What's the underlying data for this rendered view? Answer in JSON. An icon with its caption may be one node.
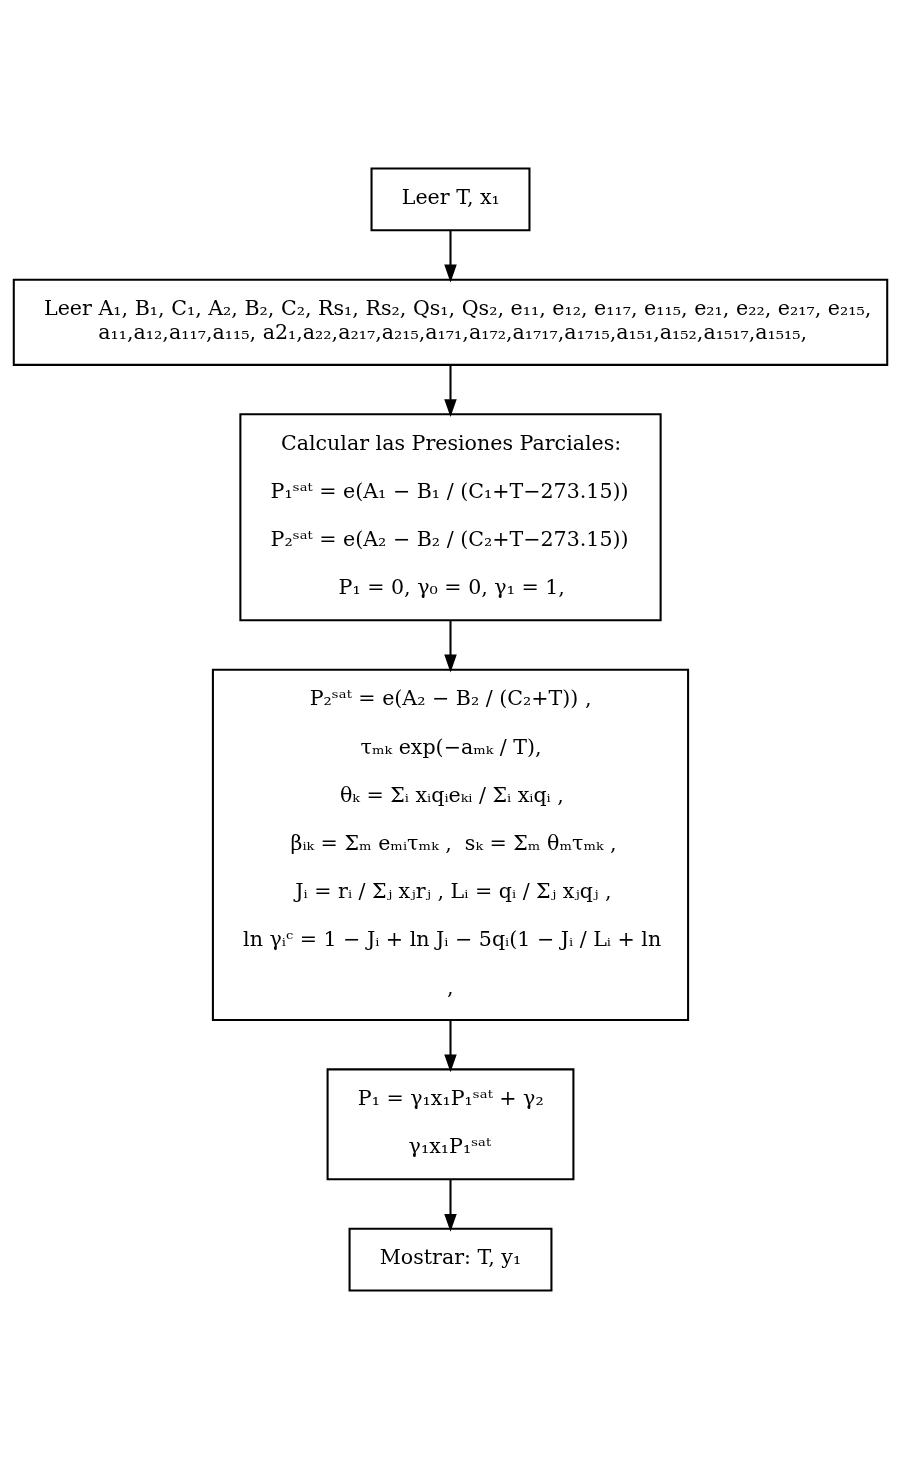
{
  "diagram": {
    "nodes": [
      {
        "text": [
          "Leer T, x₁"
        ]
      },
      {
        "text": [
          "Leer A₁, B₁, C₁, A₂, B₂, C₂, Rs₁, Rs₂, Qs₁, Qs₂, e₁₁, e₁₂, e₁₁₇, e₁₁₅, e₂₁, e₂₂, e₂₁₇, e₂₁₅, a₁₁,a₁₂,a₁₁₇,a₁₁₅, a2₁,a₂₂,a₂₁₇,a₂₁₅,a₁₇₁,a₁₇₂,a₁₇₁₇,a₁₇₁₅,a₁₅₁,a₁₅₂,a₁₅₁₇,a₁₅₁₅,"
        ]
      },
      {
        "text": [
          "Calcular las Presiones Parciales:",
          "P₁ˢᵃᵗ = e(A₁ − B₁ / (C₁+T−273.15))",
          "P₂ˢᵃᵗ = e(A₂ − B₂ / (C₂+T−273.15))",
          "P₁ = 0, γ₀ = 0, γ₁ = 1,"
        ]
      },
      {
        "text": [
          "P₂ˢᵃᵗ = e(A₂ − B₂ / (C₂+T)) ,",
          "τₘₖ exp(−aₘₖ / T),",
          "θₖ = Σᵢ xᵢqᵢeₖᵢ / Σᵢ xᵢqᵢ ,",
          "βᵢₖ = Σₘ eₘᵢτₘₖ ,  sₖ = Σₘ θₘτₘₖ ,",
          "Jᵢ = rᵢ / Σⱼ xⱼrⱼ , Lᵢ = qᵢ / Σⱼ xⱼqⱼ ,",
          "ln γᵢᶜ = 1 − Jᵢ + ln Jᵢ − 5qᵢ(1 − Jᵢ / Lᵢ + ln",
          ","
        ]
      },
      {
        "text": [
          "P₁ = γ₁x₁P₁ˢᵃᵗ + γ₂",
          "γ₁x₁P₁ˢᵃᵗ"
        ]
      },
      {
        "text": [
          "Mostrar: T, y₁"
        ]
      }
    ],
    "edges": [
      {
        "from": 0,
        "to": 1,
        "arrow": "to"
      },
      {
        "from": 1,
        "to": 2,
        "arrow": "to"
      },
      {
        "from": 2,
        "to": 3,
        "arrow": "to"
      },
      {
        "from": 3,
        "to": 4,
        "arrow": "to"
      },
      {
        "from": 4,
        "to": 5,
        "arrow": "to"
      }
    ]
  }
}
